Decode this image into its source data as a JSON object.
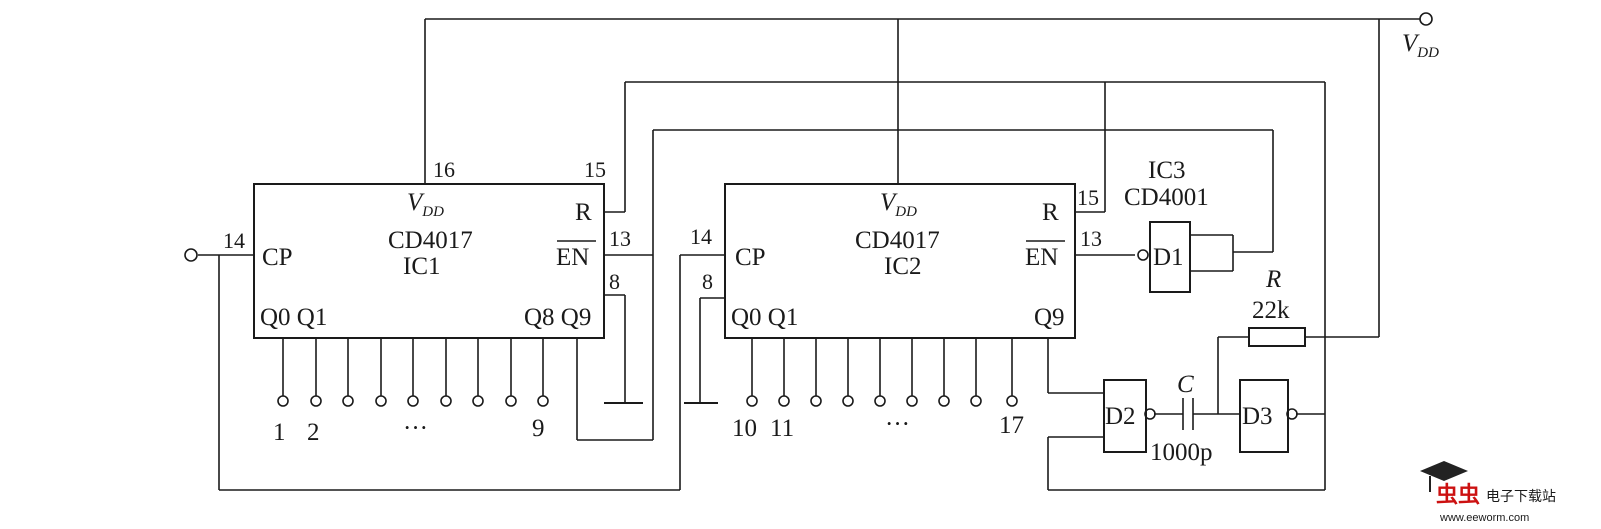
{
  "supply": {
    "v": "V",
    "sub": "DD"
  },
  "ic1": {
    "vdd": "V",
    "vdd_sub": "DD",
    "part": "CD4017",
    "name": "IC1",
    "pin_cp_label": "CP",
    "pin_r_label": "R",
    "pin_en_label": "EN",
    "q_left": "Q0 Q1",
    "q_right": "Q8 Q9",
    "pin_16": "16",
    "pin_15": "15",
    "pin_14": "14",
    "pin_13": "13",
    "pin_8": "8",
    "out_1": "1",
    "out_2": "2",
    "out_dots": "···",
    "out_9": "9"
  },
  "ic2": {
    "vdd": "V",
    "vdd_sub": "DD",
    "part": "CD4017",
    "name": "IC2",
    "pin_cp_label": "CP",
    "pin_r_label": "R",
    "pin_en_label": "EN",
    "q_left": "Q0 Q1",
    "q_right": "Q9",
    "pin_15": "15",
    "pin_14": "14",
    "pin_13": "13",
    "pin_8": "8",
    "out_10": "10",
    "out_11": "11",
    "out_dots": "···",
    "out_17": "17"
  },
  "ic3": {
    "name": "IC3",
    "part": "CD4001"
  },
  "gates": {
    "d1": "D1",
    "d2": "D2",
    "d3": "D3"
  },
  "resistor": {
    "name": "R",
    "value": "22k"
  },
  "capacitor": {
    "name": "C",
    "value": "1000p"
  },
  "watermark": {
    "brand": "虫虫",
    "tagline": "电子下载站",
    "url": "www.eeworm.com"
  }
}
